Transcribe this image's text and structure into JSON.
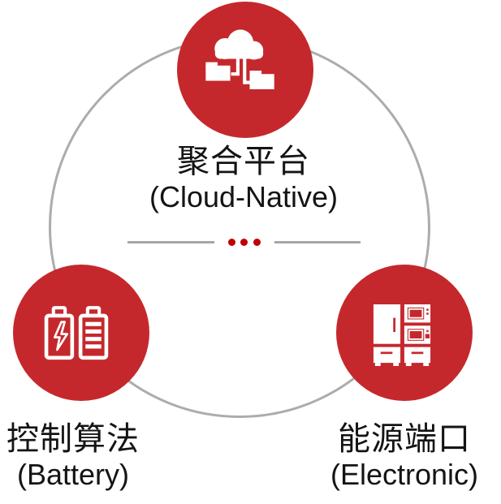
{
  "diagram_title": "vpp-cloud-architecture",
  "colors": {
    "accent_red": "#c5282c",
    "dot_red": "#c00000",
    "ring_gray": "#acacac",
    "divider_gray": "#a6a6a6",
    "text": "#141414",
    "icon_white": "#ffffff"
  },
  "nodes": {
    "platform": {
      "title": "聚合平台",
      "subtitle": "(Cloud-Native)",
      "icon": "cloud-folders-icon"
    },
    "battery": {
      "title": "控制算法",
      "subtitle": "(Battery)",
      "icon": "dual-battery-icon"
    },
    "electronic": {
      "title": "能源端口",
      "subtitle": "(Electronic)",
      "icon": "home-appliances-icon"
    }
  },
  "divider": {
    "dot_count": 3
  }
}
